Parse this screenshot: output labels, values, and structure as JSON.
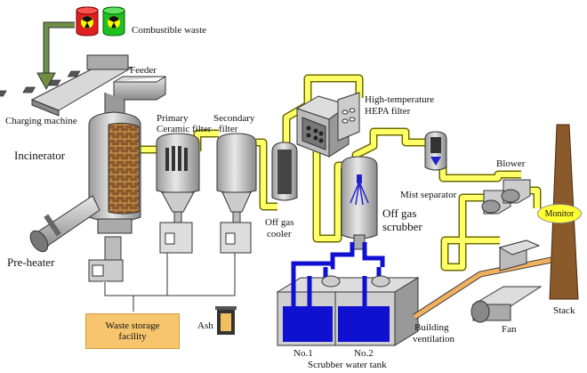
{
  "labels": {
    "combustible_waste": "Combustible waste",
    "feeder": "Feeder",
    "charging_machine": "Charging machine",
    "incinerator": "Incinerator",
    "pre_heater": "Pre-heater",
    "primary_ceramic_filter_1": "Primary",
    "primary_ceramic_filter_2": "Ceramic filter",
    "secondary_filter_1": "Secondary",
    "secondary_filter_2": "filter",
    "hepa_1": "High-temperature",
    "hepa_2": "HEPA filter",
    "off_gas_cooler_1": "Off gas",
    "off_gas_cooler_2": "cooler",
    "mist_separator": "Mist separator",
    "off_gas_scrubber_1": "Off gas",
    "off_gas_scrubber_2": "scrubber",
    "blower": "Blower",
    "monitor": "Monitor",
    "stack": "Stack",
    "fan": "Fan",
    "building_ventilation_1": "Building",
    "building_ventilation_2": "ventilation",
    "ash": "Ash",
    "waste_storage_1": "Waste storage",
    "waste_storage_2": "facility",
    "tank_no1": "No.1",
    "tank_no2": "No.2",
    "scrubber_water_tank": "Scrubber water tank"
  },
  "colors": {
    "duct": "#ffff66",
    "duct_edge": "#6b6b00",
    "equipment_fill": "#c8c8c8",
    "equipment_edge": "#333333",
    "water": "#1010d0",
    "brick": "#8b5a2b",
    "storage_fill": "#f6c56e",
    "monitor_fill": "#ffff33",
    "stack_fill": "#8b5a2b",
    "arrow": "#6f8f45",
    "drum_red": "#e02020",
    "drum_green": "#20c020",
    "radiation_yellow": "#ffff00",
    "ventilation_duct": "#f0b060"
  },
  "icons": [
    "radiation-drum-red-icon",
    "radiation-drum-green-icon"
  ]
}
